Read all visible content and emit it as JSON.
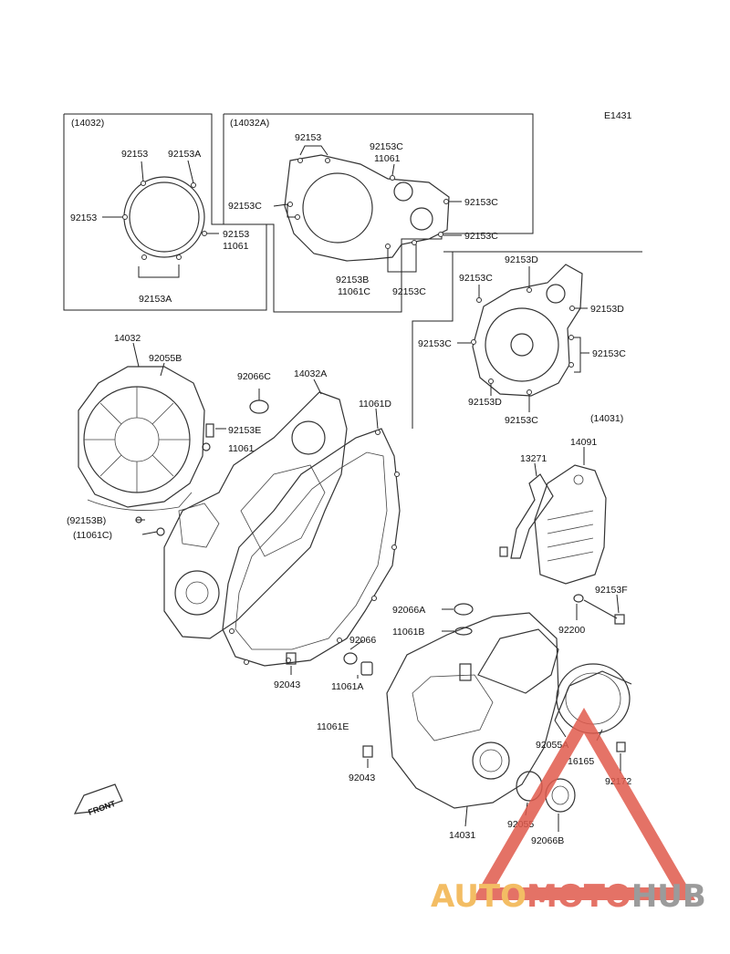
{
  "diagram_code": "E1431",
  "insets": {
    "a": {
      "title": "(14032)",
      "labels": [
        "92153",
        "92153A",
        "92153",
        "92153",
        "11061",
        "92153A"
      ]
    },
    "b": {
      "title": "(14032A)",
      "labels": [
        "92153",
        "92153C",
        "11061",
        "92153C",
        "92153C",
        "92153C",
        "92153B",
        "11061C",
        "92153C"
      ]
    },
    "c": {
      "title": "(14031)",
      "labels": [
        "92153D",
        "92153C",
        "92153D",
        "92153C",
        "92153C",
        "92153D",
        "92153C"
      ]
    }
  },
  "callouts": {
    "p14032": "14032",
    "p92055B": "92055B",
    "p92066C": "92066C",
    "p14032A": "14032A",
    "p11061D": "11061D",
    "p92153E": "92153E",
    "p11061": "11061",
    "p92153B": "(92153B)",
    "p11061C": "(11061C)",
    "p13271": "13271",
    "p14091": "14091",
    "p92153F": "92153F",
    "p92066A": "92066A",
    "p11061B": "11061B",
    "p92066": "92066",
    "p92200": "92200",
    "p92043a": "92043",
    "p11061A": "11061A",
    "p11061E": "11061E",
    "p92055A": "92055A",
    "p16165": "16165",
    "p92172": "92172",
    "p92043b": "92043",
    "p92055": "92055",
    "p92066B": "92066B",
    "p14031": "14031"
  },
  "front_arrow": "FRONT",
  "watermark": {
    "text_a": "AUTO",
    "text_b": "MOTO",
    "text_c": "HUB"
  },
  "colors": {
    "watermark_orange": "#f2b24a",
    "watermark_red": "#e05a4c",
    "watermark_gray": "#8a8a8a"
  }
}
